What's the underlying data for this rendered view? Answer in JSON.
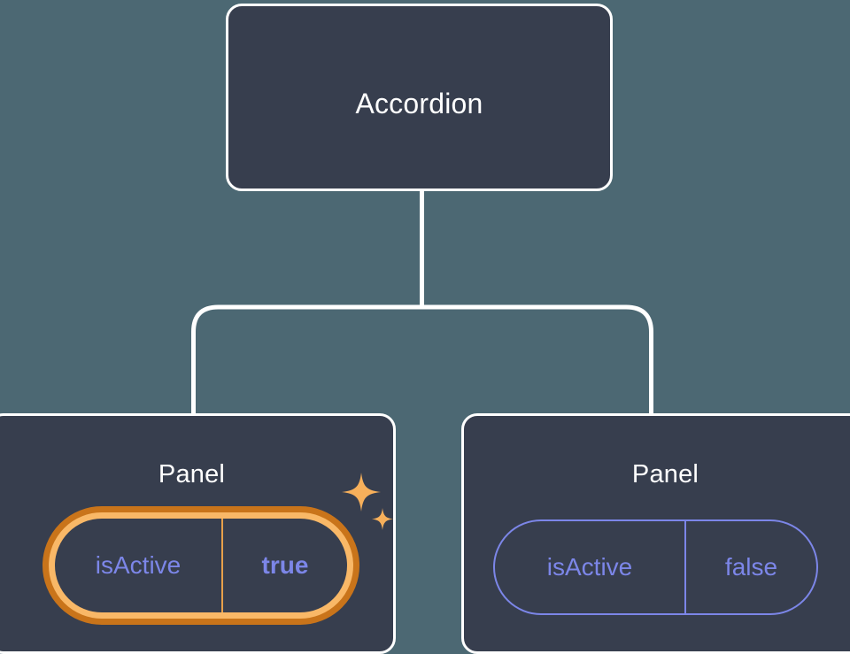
{
  "diagram": {
    "type": "component-tree",
    "background_color": "#4c6873",
    "node_fill": "#373e4e",
    "node_border": "#ffffff",
    "edge_color": "#ffffff",
    "accent_highlight": "#f9b867",
    "accent_highlight_outer": "#c9741a",
    "prop_color": "#7c86e8",
    "root": {
      "label": "Accordion"
    },
    "children": [
      {
        "label": "Panel",
        "prop": {
          "key": "isActive",
          "value": "true",
          "highlighted": true,
          "value_bold": true
        },
        "decoration": "sparkles-icon"
      },
      {
        "label": "Panel",
        "prop": {
          "key": "isActive",
          "value": "false",
          "highlighted": false,
          "value_bold": false
        }
      }
    ]
  }
}
